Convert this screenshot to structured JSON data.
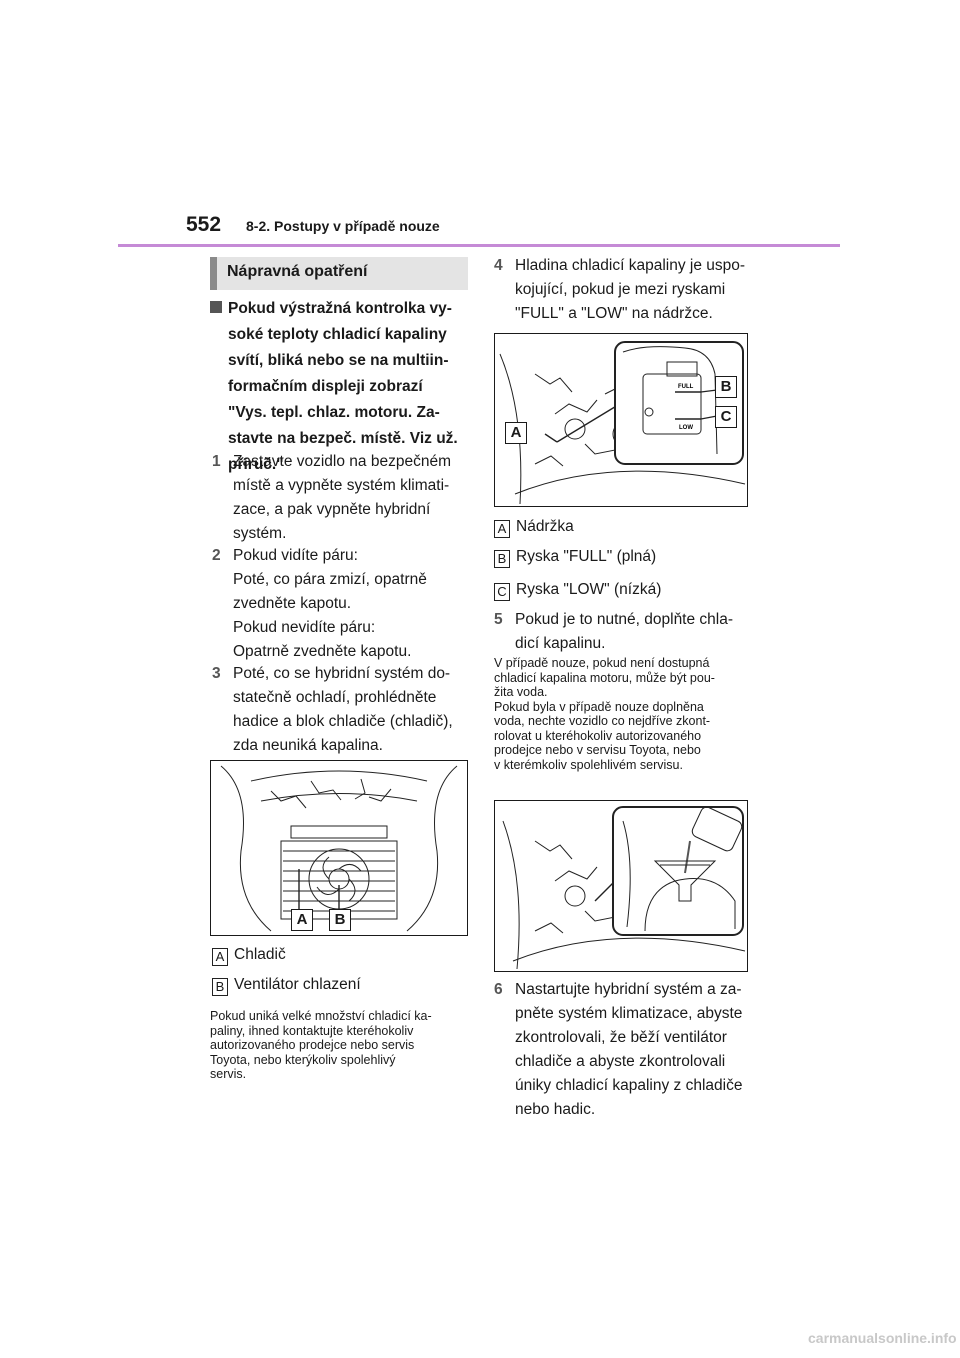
{
  "header": {
    "page_number": "552",
    "section": "8-2. Postupy v případě nouze"
  },
  "banner": {
    "title": "Nápravná opatření"
  },
  "left": {
    "warning_lines": [
      "Pokud výstražná kontrolka vy-",
      "soké teploty chladicí kapaliny",
      "svítí, bliká nebo se na multiin-",
      "formačním displeji zobrazí",
      "\"Vys. tepl. chlaz. motoru. Za-",
      "stavte na bezpeč. místě. Viz už.",
      "příruč.\""
    ],
    "steps": [
      {
        "num": "1",
        "lines": [
          "Zastavte vozidlo na bezpečném",
          "místě a vypněte systém klimati-",
          "zace, a pak vypněte hybridní",
          "systém."
        ]
      },
      {
        "num": "2",
        "lines": [
          "Pokud vidíte páru:",
          "Poté, co pára zmizí, opatrně",
          "zvedněte kapotu.",
          "Pokud nevidíte páru:",
          "Opatrně zvedněte kapotu."
        ]
      },
      {
        "num": "3",
        "lines": [
          "Poté, co se hybridní systém do-",
          "statečně ochladí, prohlédněte",
          "hadice a blok chladiče (chladič),",
          "zda neuniká kapalina."
        ]
      }
    ],
    "figure_labels": {
      "a": "A",
      "b": "B"
    },
    "legend": [
      {
        "key": "A",
        "text": "Chladič"
      },
      {
        "key": "B",
        "text": "Ventilátor chlazení"
      }
    ],
    "note": [
      "Pokud uniká velké množství chladicí ka-",
      "paliny, ihned kontaktujte kteréhokoliv",
      "autorizovaného prodejce nebo servis",
      "Toyota, nebo kterýkoliv spolehlivý",
      "servis."
    ]
  },
  "right": {
    "step4": {
      "num": "4",
      "lines": [
        "Hladina chladicí kapaliny je uspo-",
        "kojující, pokud je mezi ryskami",
        "\"FULL\" a \"LOW\" na nádržce."
      ]
    },
    "figure_labels": {
      "a": "A",
      "b": "B",
      "c": "C",
      "full": "FULL",
      "low": "LOW"
    },
    "legend": [
      {
        "key": "A",
        "text": "Nádržka"
      },
      {
        "key": "B",
        "text": "Ryska \"FULL\" (plná)"
      },
      {
        "key": "C",
        "text": "Ryska \"LOW\" (nízká)"
      }
    ],
    "step5": {
      "num": "5",
      "lines": [
        "Pokud je to nutné, doplňte chla-",
        "dicí kapalinu."
      ]
    },
    "note": [
      "V případě nouze, pokud není dostupná",
      "chladicí kapalina motoru, může být pou-",
      "žita voda.",
      "Pokud byla v případě nouze doplněna",
      "voda, nechte vozidlo co nejdříve zkont-",
      "rolovat u kteréhokoliv autorizovaného",
      "prodejce nebo v servisu Toyota, nebo",
      "v kterémkoliv spolehlivém servisu."
    ],
    "step6": {
      "num": "6",
      "lines": [
        "Nastartujte hybridní systém a za-",
        "pněte systém klimatizace, abyste",
        "zkontrolovali, že běží ventilátor",
        "chladiče a abyste zkontrolovali",
        "úniky chladicí kapaliny z chladiče",
        "nebo hadic."
      ]
    }
  },
  "footer": {
    "watermark": "carmanualsonline.info"
  }
}
